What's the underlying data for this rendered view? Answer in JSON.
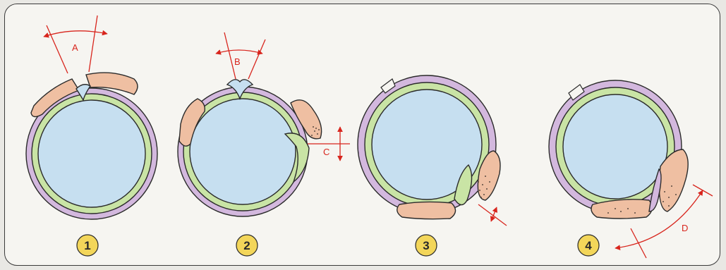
{
  "figure": {
    "labels": {
      "a": "A",
      "b": "B",
      "c": "C",
      "d": "D"
    },
    "steps": [
      {
        "number": "1"
      },
      {
        "number": "2"
      },
      {
        "number": "3"
      },
      {
        "number": "4"
      }
    ],
    "colors": {
      "inner_lumen": "#c6dff0",
      "inner_layer": "#c9e4a5",
      "outer_layer": "#d3b8de",
      "plaque": "#efbfa2",
      "annotation": "#d8251d",
      "badge": "#f3d65a"
    }
  }
}
